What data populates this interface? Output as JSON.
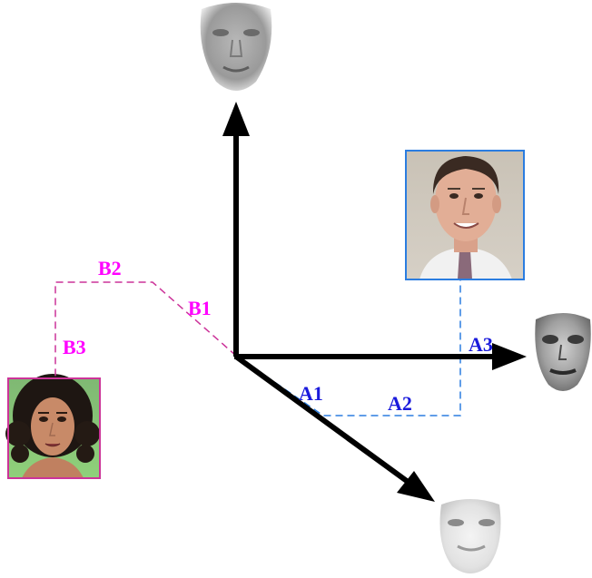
{
  "colors": {
    "axis": "#000000",
    "path_a": "#2b7de0",
    "path_b": "#cc3399",
    "label_a": "#1a1adc",
    "label_b": "#ff00ff",
    "photo_frame_a": "#2b7de0",
    "photo_frame_b": "#cc3399"
  },
  "icons": {
    "eigenface_top": "eigenface-top-image",
    "eigenface_right": "eigenface-right-image",
    "eigenface_bottom": "eigenface-bottom-image",
    "photo_a": "face-photo-man",
    "photo_b": "face-photo-woman"
  },
  "labels": {
    "a1": "A1",
    "a2": "A2",
    "a3": "A3",
    "b1": "B1",
    "b2": "B2",
    "b3": "B3"
  }
}
